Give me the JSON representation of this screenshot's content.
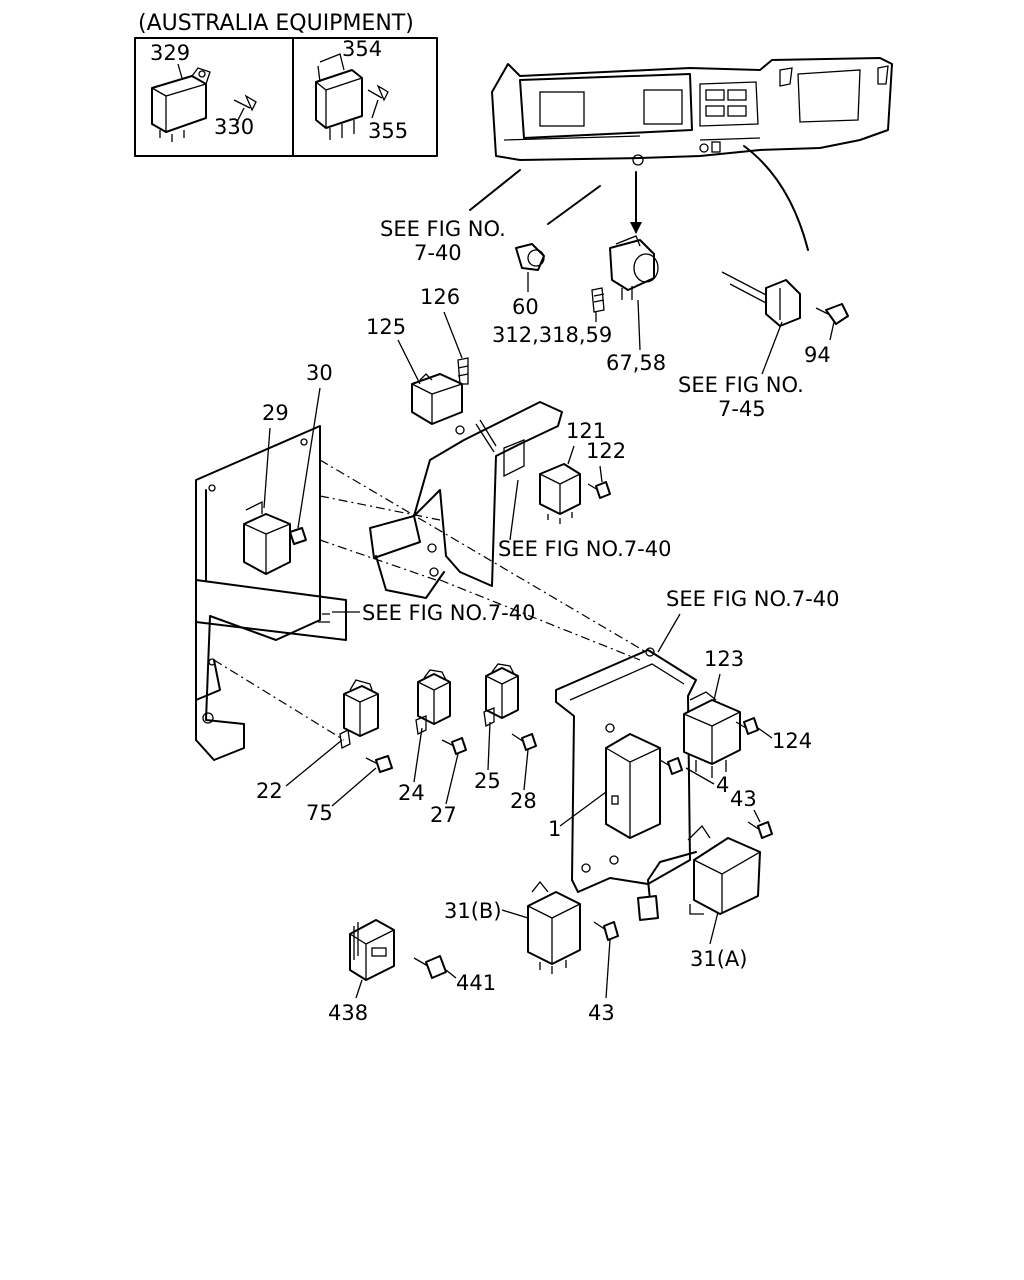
{
  "header": "(AUSTRALIA EQUIPMENT)",
  "inset": {
    "left_labels": [
      "329",
      "330"
    ],
    "right_labels": [
      "354",
      "355"
    ]
  },
  "refs": {
    "r1": "SEE FIG NO.",
    "r1b": "7-40",
    "r2": "SEE FIG NO.",
    "r2b": "7-45",
    "r3": "SEE FIG NO.7-40",
    "r4": "SEE FIG NO.7-40",
    "r5": "SEE FIG NO.7-40"
  },
  "labels": {
    "p60": "60",
    "p312": "312,318,59",
    "p67": "67,58",
    "p94": "94",
    "p126": "126",
    "p125": "125",
    "p30": "30",
    "p29": "29",
    "p121": "121",
    "p122": "122",
    "p123": "123",
    "p124": "124",
    "p4": "4",
    "p43a": "43",
    "p1": "1",
    "p22": "22",
    "p75": "75",
    "p24": "24",
    "p27": "27",
    "p25": "25",
    "p28": "28",
    "p31b": "31(B)",
    "p31a": "31(A)",
    "p438": "438",
    "p441": "441",
    "p43b": "43"
  }
}
